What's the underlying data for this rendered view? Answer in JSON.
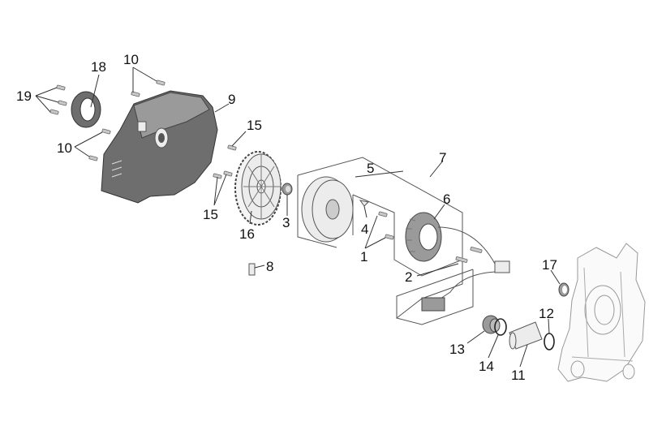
{
  "diagram": {
    "title": "Exploded view - flywheel magneto / cooling fan cover assembly",
    "parts": [
      {
        "id": "1",
        "label": "1",
        "name": "stator screws"
      },
      {
        "id": "2",
        "label": "2",
        "name": "pick-up screws"
      },
      {
        "id": "3",
        "label": "3",
        "name": "flywheel nut"
      },
      {
        "id": "4",
        "label": "4",
        "name": "woodruff key"
      },
      {
        "id": "5",
        "label": "5",
        "name": "flywheel rotor"
      },
      {
        "id": "6",
        "label": "6",
        "name": "stator"
      },
      {
        "id": "7",
        "label": "7",
        "name": "magneto assembly"
      },
      {
        "id": "8",
        "label": "8",
        "name": "clip"
      },
      {
        "id": "9",
        "label": "9",
        "name": "fan cover"
      },
      {
        "id": "10a",
        "label": "10",
        "name": "cover screws (upper)"
      },
      {
        "id": "10b",
        "label": "10",
        "name": "cover screws (lower)"
      },
      {
        "id": "11",
        "label": "11",
        "name": "oil filter"
      },
      {
        "id": "12",
        "label": "12",
        "name": "o-ring"
      },
      {
        "id": "13",
        "label": "13",
        "name": "oil drain plug"
      },
      {
        "id": "14",
        "label": "14",
        "name": "o-ring"
      },
      {
        "id": "15a",
        "label": "15",
        "name": "fan screw (upper)"
      },
      {
        "id": "15b",
        "label": "15",
        "name": "fan screws (lower)"
      },
      {
        "id": "16",
        "label": "16",
        "name": "cooling fan"
      },
      {
        "id": "17",
        "label": "17",
        "name": "oil seal"
      },
      {
        "id": "18",
        "label": "18",
        "name": "fan cover cap"
      },
      {
        "id": "19",
        "label": "19",
        "name": "cap screws"
      }
    ]
  }
}
